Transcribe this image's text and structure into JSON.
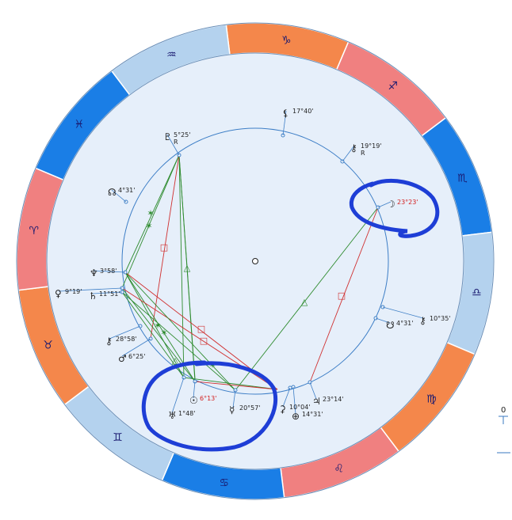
{
  "colors": {
    "fire": "#f08080",
    "earth": "#f4874b",
    "air": "#b4d2ee",
    "water": "#1a7ee6",
    "wheel_bg": "#e6effa",
    "line_green": "#2e8b2e",
    "line_red": "#d03030",
    "highlight": "#1e3ed6",
    "text": "#222222",
    "text_red": "#d42020"
  },
  "signs": [
    {
      "name": "capricorn",
      "glyph": "♑",
      "element": "earth"
    },
    {
      "name": "sagittarius",
      "glyph": "♐",
      "element": "fire"
    },
    {
      "name": "scorpio",
      "glyph": "♏",
      "element": "water"
    },
    {
      "name": "libra",
      "glyph": "♎",
      "element": "air"
    },
    {
      "name": "virgo",
      "glyph": "♍",
      "element": "earth"
    },
    {
      "name": "leo",
      "glyph": "♌",
      "element": "fire"
    },
    {
      "name": "cancer",
      "glyph": "♋",
      "element": "water"
    },
    {
      "name": "gemini",
      "glyph": "♊",
      "element": "air"
    },
    {
      "name": "taurus",
      "glyph": "♉",
      "element": "earth"
    },
    {
      "name": "aries",
      "glyph": "♈",
      "element": "fire"
    },
    {
      "name": "pisces",
      "glyph": "♓",
      "element": "water"
    },
    {
      "name": "aquarius",
      "glyph": "♒",
      "element": "air"
    }
  ],
  "planets": [
    {
      "name": "lilith",
      "glyph": "⚸",
      "degree": "17°40'",
      "retro": "",
      "color": "black"
    },
    {
      "name": "chiron-top",
      "glyph": "⚷",
      "degree": "19°19'",
      "retro": "R",
      "color": "black"
    },
    {
      "name": "pluto",
      "glyph": "♇",
      "degree": "5°25'",
      "retro": "R",
      "color": "black"
    },
    {
      "name": "north-node",
      "glyph": "☊",
      "degree": "4°31'",
      "retro": "",
      "color": "black"
    },
    {
      "name": "moon",
      "glyph": "☽",
      "degree": "23°23'",
      "retro": "",
      "color": "red"
    },
    {
      "name": "neptune",
      "glyph": "♆",
      "degree": "3°58'",
      "retro": "",
      "color": "black"
    },
    {
      "name": "venus",
      "glyph": "♀",
      "degree": "9°19'",
      "retro": "",
      "color": "black"
    },
    {
      "name": "saturn",
      "glyph": "♄",
      "degree": "11°51'",
      "retro": "",
      "color": "black"
    },
    {
      "name": "south-node",
      "glyph": "☋",
      "degree": "4°31'",
      "retro": "",
      "color": "black"
    },
    {
      "name": "chiron",
      "glyph": "⚷",
      "degree": "10°35'",
      "retro": "",
      "color": "black"
    },
    {
      "name": "chiron-left",
      "glyph": "⚷",
      "degree": "28°58'",
      "retro": "",
      "color": "black"
    },
    {
      "name": "mars",
      "glyph": "♂",
      "degree": "6°25'",
      "retro": "",
      "color": "black"
    },
    {
      "name": "sun",
      "glyph": "☉",
      "degree": "6°13'",
      "retro": "",
      "color": "red"
    },
    {
      "name": "uranus",
      "glyph": "♅",
      "degree": "1°48'",
      "retro": "",
      "color": "black"
    },
    {
      "name": "mercury",
      "glyph": "☿",
      "degree": "20°57'",
      "retro": "",
      "color": "black"
    },
    {
      "name": "ceres",
      "glyph": "⚳",
      "degree": "10°04'",
      "retro": "",
      "color": "black"
    },
    {
      "name": "fortune",
      "glyph": "⊕",
      "degree": "14°31'",
      "retro": "",
      "color": "black"
    },
    {
      "name": "jupiter",
      "glyph": "♃",
      "degree": "23°14'",
      "retro": "",
      "color": "black"
    }
  ],
  "aspect_symbols": {
    "square": "□",
    "trine": "△",
    "sextile": "✶"
  },
  "side_panel": {
    "value": "0"
  }
}
